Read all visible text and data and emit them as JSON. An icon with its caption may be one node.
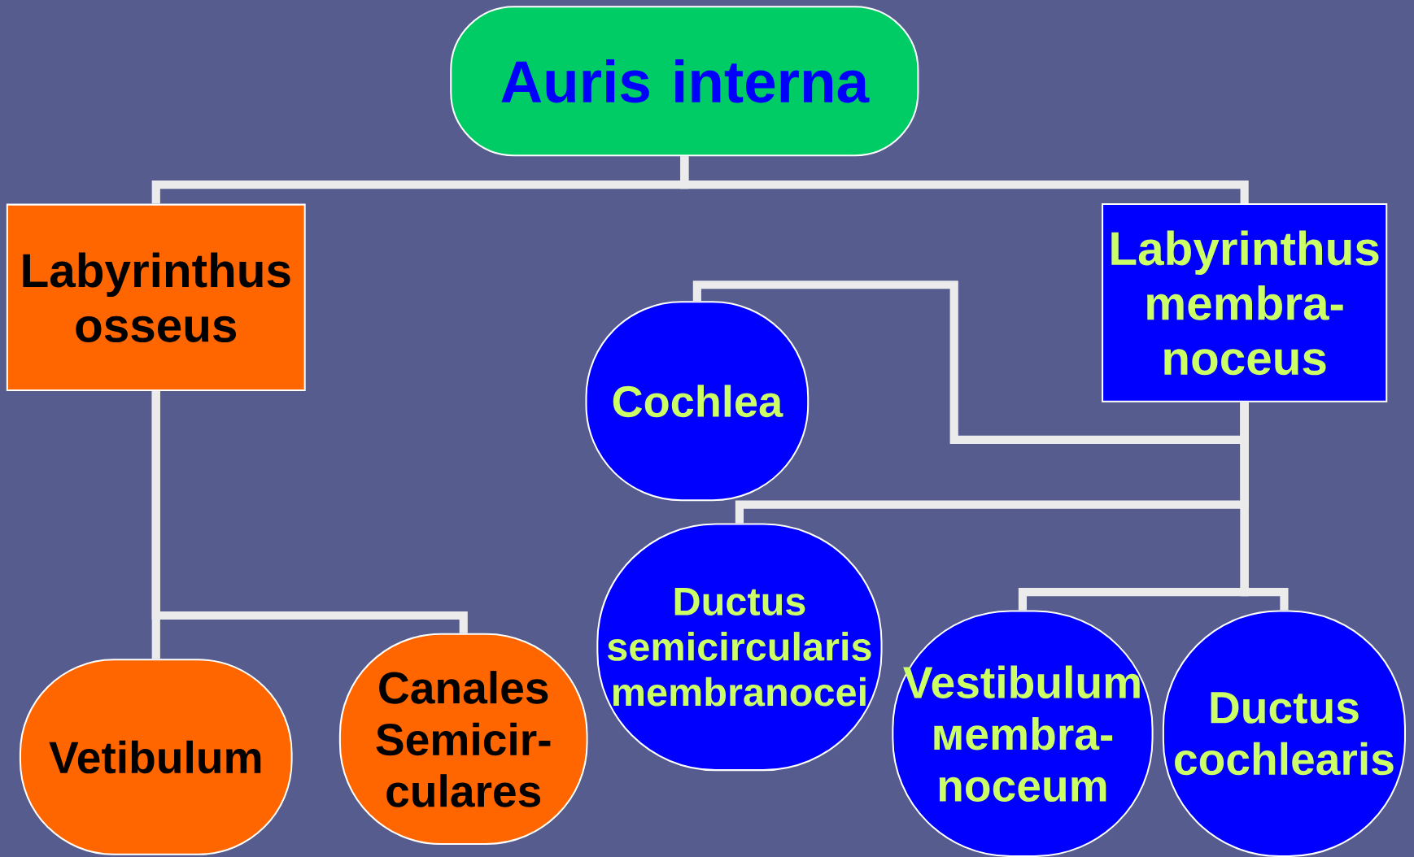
{
  "diagram": {
    "nodes": [
      {
        "text": [
          "Auris interna"
        ]
      },
      {
        "text": [
          "Labyrinthus osseus"
        ]
      },
      {
        "text": [
          "Labyrinthus membra- noceus"
        ]
      },
      {
        "text": [
          "Cochlea"
        ]
      },
      {
        "text": [
          "Ductus semicircularis membranocei"
        ]
      },
      {
        "text": [
          "Vetibulum"
        ]
      },
      {
        "text": [
          "Canales Semicir- culares"
        ]
      },
      {
        "text": [
          "Vestibulum мembra- noceum"
        ]
      },
      {
        "text": [
          "Ductus cochlearis"
        ]
      }
    ],
    "edges": [
      {
        "from": 0,
        "to": 1,
        "arrow": "none"
      },
      {
        "from": 0,
        "to": 2,
        "arrow": "none"
      },
      {
        "from": 1,
        "to": 5,
        "arrow": "none"
      },
      {
        "from": 1,
        "to": 6,
        "arrow": "none"
      },
      {
        "from": 2,
        "to": 3,
        "arrow": "none"
      },
      {
        "from": 2,
        "to": 4,
        "arrow": "none"
      },
      {
        "from": 2,
        "to": 7,
        "arrow": "none"
      },
      {
        "from": 2,
        "to": 8,
        "arrow": "none"
      }
    ]
  }
}
